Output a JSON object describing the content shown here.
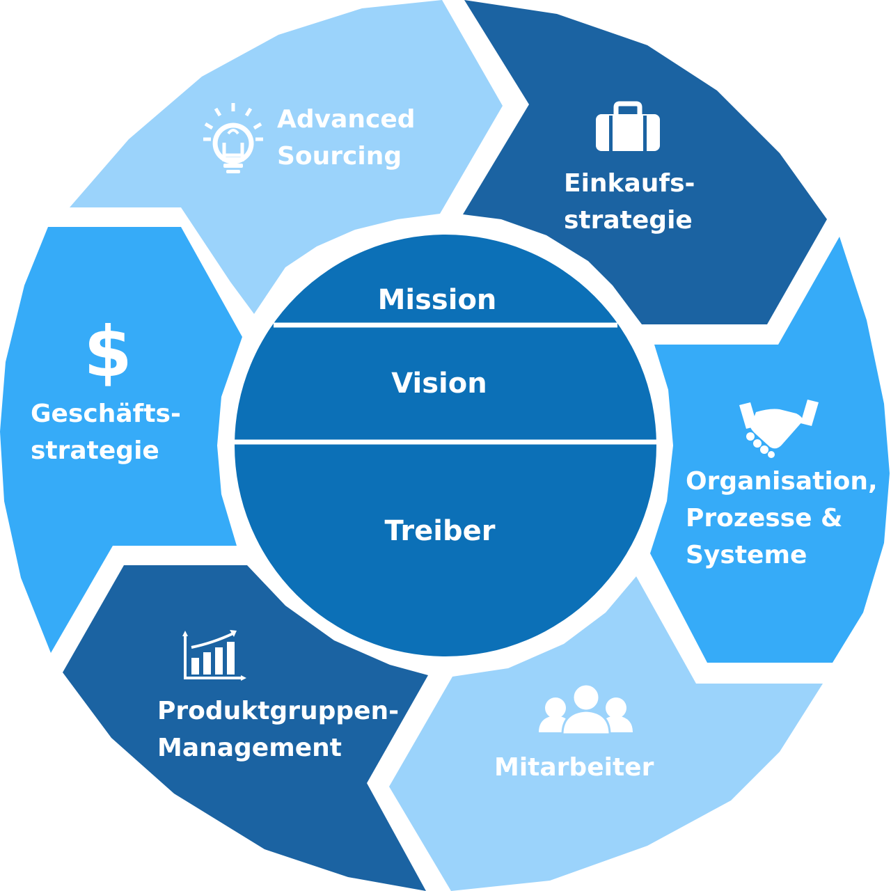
{
  "colors": {
    "light_blue": "#9bd3fb",
    "mid_blue": "#36abf8",
    "dark_blue": "#1b63a2",
    "center_blue": "#0c70b7",
    "white": "#ffffff"
  },
  "segments": [
    {
      "id": "advanced-sourcing",
      "label": "Advanced\nSourcing",
      "icon": "lightbulb-icon",
      "color": "light_blue"
    },
    {
      "id": "einkaufsstrategie",
      "label": "Einkaufs-\nstrategie",
      "icon": "briefcase-icon",
      "color": "dark_blue"
    },
    {
      "id": "organisation",
      "label": "Organisation,\nProzesse &\nSysteme",
      "icon": "handshake-icon",
      "color": "mid_blue"
    },
    {
      "id": "mitarbeiter",
      "label": "Mitarbeiter",
      "icon": "people-icon",
      "color": "light_blue"
    },
    {
      "id": "produktgruppen",
      "label": "Produktgruppen-\nManagement",
      "icon": "bar-chart-icon",
      "color": "dark_blue"
    },
    {
      "id": "geschaeftsstrategie",
      "label": "Geschäfts-\nstrategie",
      "icon": "dollar-icon",
      "color": "mid_blue"
    }
  ],
  "center": {
    "mission": "Mission",
    "vision": "Vision",
    "treiber": "Treiber"
  }
}
